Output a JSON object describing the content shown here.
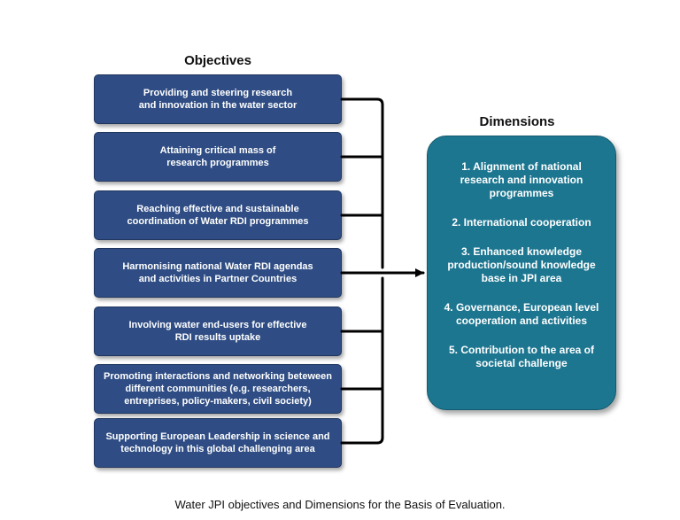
{
  "objectives": {
    "heading": "Objectives",
    "items": [
      {
        "label": "Providing and steering research\nand innovation in the water sector"
      },
      {
        "label": "Attaining critical mass of\nresearch programmes"
      },
      {
        "label": "Reaching effective and sustainable\ncoordination of Water RDI programmes"
      },
      {
        "label": "Harmonising national Water RDI agendas\nand activities in Partner Countries"
      },
      {
        "label": "Involving water end-users for effective\nRDI results uptake"
      },
      {
        "label": "Promoting interactions and networking beteween\ndifferent communities (e.g. researchers,\nentreprises, policy-makers, civil society)"
      },
      {
        "label": "Supporting European Leadership in science and\ntechnology in this global challenging area"
      }
    ]
  },
  "dimensions": {
    "heading": "Dimensions",
    "items": [
      {
        "label": "1. Alignment of national\nresearch and innovation\nprogrammes"
      },
      {
        "label": "2. International cooperation"
      },
      {
        "label": "3. Enhanced knowledge\nproduction/sound knowledge\nbase in JPI area"
      },
      {
        "label": "4. Governance, European level\ncooperation and activities"
      },
      {
        "label": "5. Contribution to the area of\nsocietal challenge"
      }
    ]
  },
  "caption": "Water JPI objectives and Dimensions for the Basis of Evaluation.",
  "colors": {
    "objective_box": "#2f4d84",
    "dimension_box": "#1d7690",
    "connector": "#000000"
  }
}
